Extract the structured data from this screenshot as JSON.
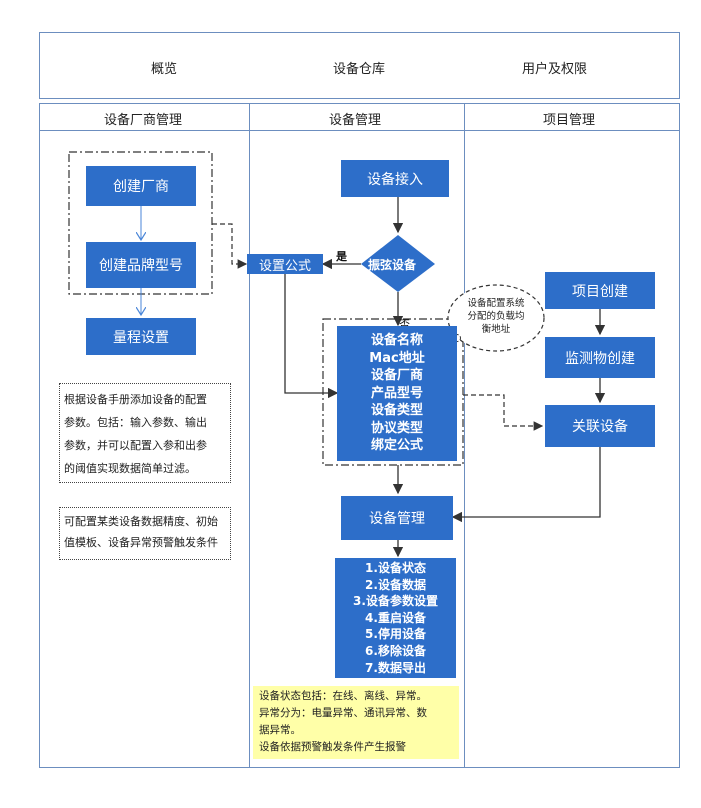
{
  "top_tabs": {
    "overview": "概览",
    "warehouse": "设备仓库",
    "users": "用户及权限"
  },
  "lanes": {
    "vendor": "设备厂商管理",
    "device": "设备管理",
    "project": "项目管理"
  },
  "vendor_lane": {
    "create_vendor": "创建厂商",
    "create_model": "创建品牌型号",
    "range_setting": "量程设置",
    "note1": [
      "根据设备手册添加设备的配置",
      "参数。包括：输入参数、输出",
      "参数，并可以配置入参和出参",
      "的阈值实现数据简单过滤。"
    ],
    "note2": [
      "可配置某类设备数据精度、初始",
      "值模板、设备异常预警触发条件"
    ]
  },
  "device_lane": {
    "device_access": "设备接入",
    "vibrating_device": "振弦设备",
    "set_formula": "设置公式",
    "yes_label": "是",
    "no_label": "否",
    "lb_callout": [
      "设备配置系统",
      "分配的负载均",
      "衡地址"
    ],
    "attributes": [
      "设备名称",
      "Mac地址",
      "设备厂商",
      "产品型号",
      "设备类型",
      "协议类型",
      "绑定公式"
    ],
    "device_mgmt": "设备管理",
    "functions": [
      "1.设备状态",
      "2.设备数据",
      "3.设备参数设置",
      "4.重启设备",
      "5.停用设备",
      "6.移除设备",
      "7.数据导出"
    ],
    "status_note": [
      "设备状态包括：在线、离线、异常。",
      "异常分为：电量异常、通讯异常、数",
      "据异常。",
      "设备依据预警触发条件产生报警"
    ]
  },
  "project_lane": {
    "project_create": "项目创建",
    "monitor_create": "监测物创建",
    "link_device": "关联设备"
  },
  "colors": {
    "node_fill": "#2d6ec9",
    "frame_border": "#6c8ebf",
    "sticky_fill": "#ffffa8"
  }
}
